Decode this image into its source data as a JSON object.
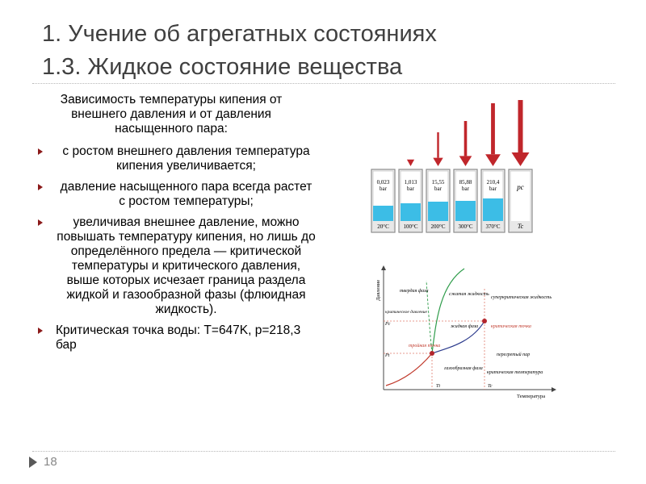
{
  "slide": {
    "title_line1": "1. Учение об агрегатных состояниях",
    "title_line2": "1.3. Жидкое состояние вещества",
    "intro": "Зависимость температуры кипения от внешнего давления и от давления насыщенного пара:",
    "bullets": [
      "с ростом внешнего давления температура кипения увеличивается;",
      "давление насыщенного пара всегда растет с ростом температуры;",
      "увеличивая внешнее давление, можно повышать температуру кипения, но лишь до определённого предела — критической температуры и критического давления, выше которых исчезает граница раздела жидкой и газообразной фазы (флюидная жидкость).",
      "Критическая точка воды: T=647K, p=218,3 бар"
    ],
    "page_number": "18"
  },
  "figure_vessels": {
    "vessels": [
      {
        "pressure": "0,023",
        "unit": "bar",
        "temp": "20°C",
        "arrow": 0
      },
      {
        "pressure": "1,013",
        "unit": "bar",
        "temp": "100°C",
        "arrow": 1
      },
      {
        "pressure": "15,55",
        "unit": "bar",
        "temp": "200°C",
        "arrow": 2
      },
      {
        "pressure": "85,88",
        "unit": "bar",
        "temp": "300°C",
        "arrow": 3
      },
      {
        "pressure": "210,4",
        "unit": "bar",
        "temp": "370°C",
        "arrow": 4
      },
      {
        "pressure": "pc",
        "unit": "",
        "temp": "Tc",
        "arrow": 5
      }
    ],
    "colors": {
      "liquid": "#3cbde6",
      "arrow": "#c0262b",
      "frame": "#8a8a8a"
    }
  },
  "figure_diagram": {
    "ylabel": "Давление",
    "xlabel": "Температура",
    "labels": {
      "solid": "твердая фаза",
      "compressed_liquid": "сжатая жидкость",
      "supercritical": "суперкритическая жидкость",
      "critical_pressure": "критическое давление",
      "pc": "Pc",
      "liquid_phase": "жидкая фаза",
      "critical_point": "критическая точка",
      "triple_point": "тройная точка",
      "pt": "Pt",
      "vapor": "перегретый пар",
      "gas_phase": "газообразная фаза",
      "critical_temperature": "критическая температура",
      "tt": "Tt",
      "tc": "Tc"
    },
    "colors": {
      "point": "#b3262d",
      "dashed": "#e07b6b",
      "sublimation": "#c0392b",
      "melting": "#2e9c4a",
      "vaporization": "#2b3a8c"
    }
  }
}
